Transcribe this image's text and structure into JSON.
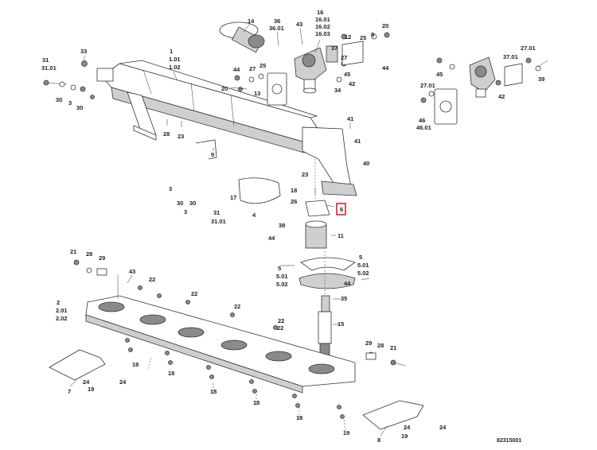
{
  "drawing_code": "82315001",
  "highlight_color": "#e0001b",
  "highlighted_label": "6",
  "labels": [
    {
      "id": "l14",
      "text": "14"
    },
    {
      "id": "l36",
      "text": "36"
    },
    {
      "id": "l3601",
      "text": "36.01"
    },
    {
      "id": "l43a",
      "text": "43"
    },
    {
      "id": "l16",
      "text": "16"
    },
    {
      "id": "l1601",
      "text": "16.01"
    },
    {
      "id": "l1602",
      "text": "16.02"
    },
    {
      "id": "l1603",
      "text": "16.03"
    },
    {
      "id": "l20a",
      "text": "20"
    },
    {
      "id": "l12",
      "text": "12"
    },
    {
      "id": "l25a",
      "text": "25"
    },
    {
      "id": "l8a",
      "text": "8"
    },
    {
      "id": "l33",
      "text": "33"
    },
    {
      "id": "l1",
      "text": "1"
    },
    {
      "id": "l101",
      "text": "1.01"
    },
    {
      "id": "l102",
      "text": "1.02"
    },
    {
      "id": "l31a",
      "text": "31"
    },
    {
      "id": "l3101a",
      "text": "31.01"
    },
    {
      "id": "l44a",
      "text": "44"
    },
    {
      "id": "l27a",
      "text": "27"
    },
    {
      "id": "l25b",
      "text": "25"
    },
    {
      "id": "l37",
      "text": "37"
    },
    {
      "id": "l27b",
      "text": "27"
    },
    {
      "id": "l45a",
      "text": "45"
    },
    {
      "id": "l44b",
      "text": "44"
    },
    {
      "id": "l20b",
      "text": "20"
    },
    {
      "id": "l13",
      "text": "13"
    },
    {
      "id": "l34",
      "text": "34"
    },
    {
      "id": "l42a",
      "text": "42"
    },
    {
      "id": "l30a",
      "text": "30"
    },
    {
      "id": "l3a",
      "text": "3"
    },
    {
      "id": "l30b",
      "text": "30"
    },
    {
      "id": "l45b",
      "text": "45"
    },
    {
      "id": "l2701c",
      "text": "27.01"
    },
    {
      "id": "l3701",
      "text": "37.01"
    },
    {
      "id": "l2701b",
      "text": "27.01"
    },
    {
      "id": "l39",
      "text": "39"
    },
    {
      "id": "l42b",
      "text": "42"
    },
    {
      "id": "l46",
      "text": "46"
    },
    {
      "id": "l4601",
      "text": "46.01"
    },
    {
      "id": "l41",
      "text": "41"
    },
    {
      "id": "l28a",
      "text": "28"
    },
    {
      "id": "l23a",
      "text": "23"
    },
    {
      "id": "l9",
      "text": "9"
    },
    {
      "id": "l41b",
      "text": "41"
    },
    {
      "id": "l40",
      "text": "40"
    },
    {
      "id": "l23b",
      "text": "23"
    },
    {
      "id": "l17",
      "text": "17"
    },
    {
      "id": "l18a",
      "text": "18"
    },
    {
      "id": "l26",
      "text": "26"
    },
    {
      "id": "l6",
      "text": "6"
    },
    {
      "id": "l3b",
      "text": "3"
    },
    {
      "id": "l30c",
      "text": "30"
    },
    {
      "id": "l30d",
      "text": "30"
    },
    {
      "id": "l3c",
      "text": "3"
    },
    {
      "id": "l31b",
      "text": "31"
    },
    {
      "id": "l3101b",
      "text": "31.01"
    },
    {
      "id": "l4",
      "text": "4"
    },
    {
      "id": "l38",
      "text": "38"
    },
    {
      "id": "l44c",
      "text": "44"
    },
    {
      "id": "l11",
      "text": "11"
    },
    {
      "id": "l21a",
      "text": "21"
    },
    {
      "id": "l28b",
      "text": "28"
    },
    {
      "id": "l29a",
      "text": "29"
    },
    {
      "id": "l5a",
      "text": "5"
    },
    {
      "id": "l501a",
      "text": "5.01"
    },
    {
      "id": "l502a",
      "text": "5.02"
    },
    {
      "id": "l5b",
      "text": "5"
    },
    {
      "id": "l501b",
      "text": "5.01"
    },
    {
      "id": "l502b",
      "text": "5.02"
    },
    {
      "id": "l43b",
      "text": "43"
    },
    {
      "id": "l22a",
      "text": "22"
    },
    {
      "id": "l22b",
      "text": "22"
    },
    {
      "id": "l22c",
      "text": "22"
    },
    {
      "id": "l22d",
      "text": "22"
    },
    {
      "id": "l22e",
      "text": "22"
    },
    {
      "id": "l44d",
      "text": "44"
    },
    {
      "id": "l35",
      "text": "35"
    },
    {
      "id": "l2",
      "text": "2"
    },
    {
      "id": "l201",
      "text": "2.01"
    },
    {
      "id": "l202",
      "text": "2.02"
    },
    {
      "id": "l15",
      "text": "15"
    },
    {
      "id": "l29b",
      "text": "29"
    },
    {
      "id": "l28c",
      "text": "28"
    },
    {
      "id": "l21b",
      "text": "21"
    },
    {
      "id": "l19a",
      "text": "19"
    },
    {
      "id": "l18b",
      "text": "18"
    },
    {
      "id": "l18c",
      "text": "18"
    },
    {
      "id": "l18d",
      "text": "18"
    },
    {
      "id": "l18e",
      "text": "18"
    },
    {
      "id": "l7",
      "text": "7"
    },
    {
      "id": "l24a",
      "text": "24"
    },
    {
      "id": "l24b",
      "text": "24"
    },
    {
      "id": "l19b",
      "text": "19"
    },
    {
      "id": "l19c",
      "text": "19"
    },
    {
      "id": "l8b",
      "text": "8"
    },
    {
      "id": "l24c",
      "text": "24"
    },
    {
      "id": "l24d",
      "text": "24"
    },
    {
      "id": "l19d",
      "text": "19"
    }
  ]
}
